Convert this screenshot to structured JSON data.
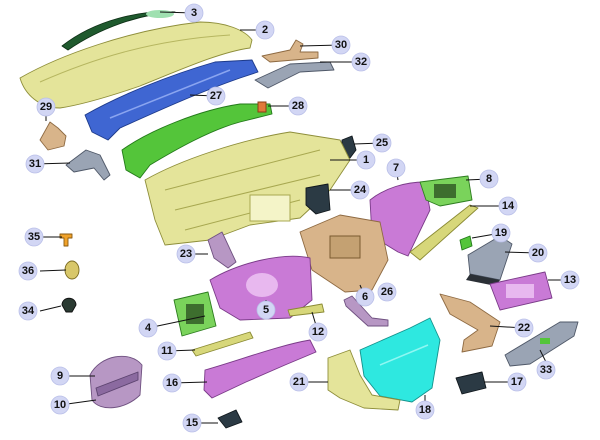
{
  "callouts": [
    {
      "label": "2"
    },
    {
      "label": "3"
    },
    {
      "label": "4"
    },
    {
      "label": "5"
    },
    {
      "label": "6"
    },
    {
      "label": "7"
    },
    {
      "label": "8"
    },
    {
      "label": "9"
    },
    {
      "label": "10"
    },
    {
      "label": "11"
    },
    {
      "label": "12"
    },
    {
      "label": "13"
    },
    {
      "label": "14"
    },
    {
      "label": "15"
    },
    {
      "label": "16"
    },
    {
      "label": "17"
    },
    {
      "label": "18"
    },
    {
      "label": "19"
    },
    {
      "label": "20"
    },
    {
      "label": "21"
    },
    {
      "label": "22"
    },
    {
      "label": "23"
    },
    {
      "label": "24"
    },
    {
      "label": "25"
    },
    {
      "label": "26"
    },
    {
      "label": "27"
    },
    {
      "label": "28"
    },
    {
      "label": "29"
    },
    {
      "label": "30"
    },
    {
      "label": "31"
    },
    {
      "label": "32"
    },
    {
      "label": "33"
    },
    {
      "label": "34"
    },
    {
      "label": "35"
    },
    {
      "label": "36"
    },
    {
      "label": "1"
    }
  ],
  "colors": {
    "callout_fill": "#d2d6f4",
    "yellow_part": "#e4e49a",
    "blue_part": "#3f66d2",
    "green_part": "#54c53a",
    "purple_part": "#c97ad6",
    "tan_part": "#d8b48a",
    "cyan_part": "#2ee8e0"
  }
}
